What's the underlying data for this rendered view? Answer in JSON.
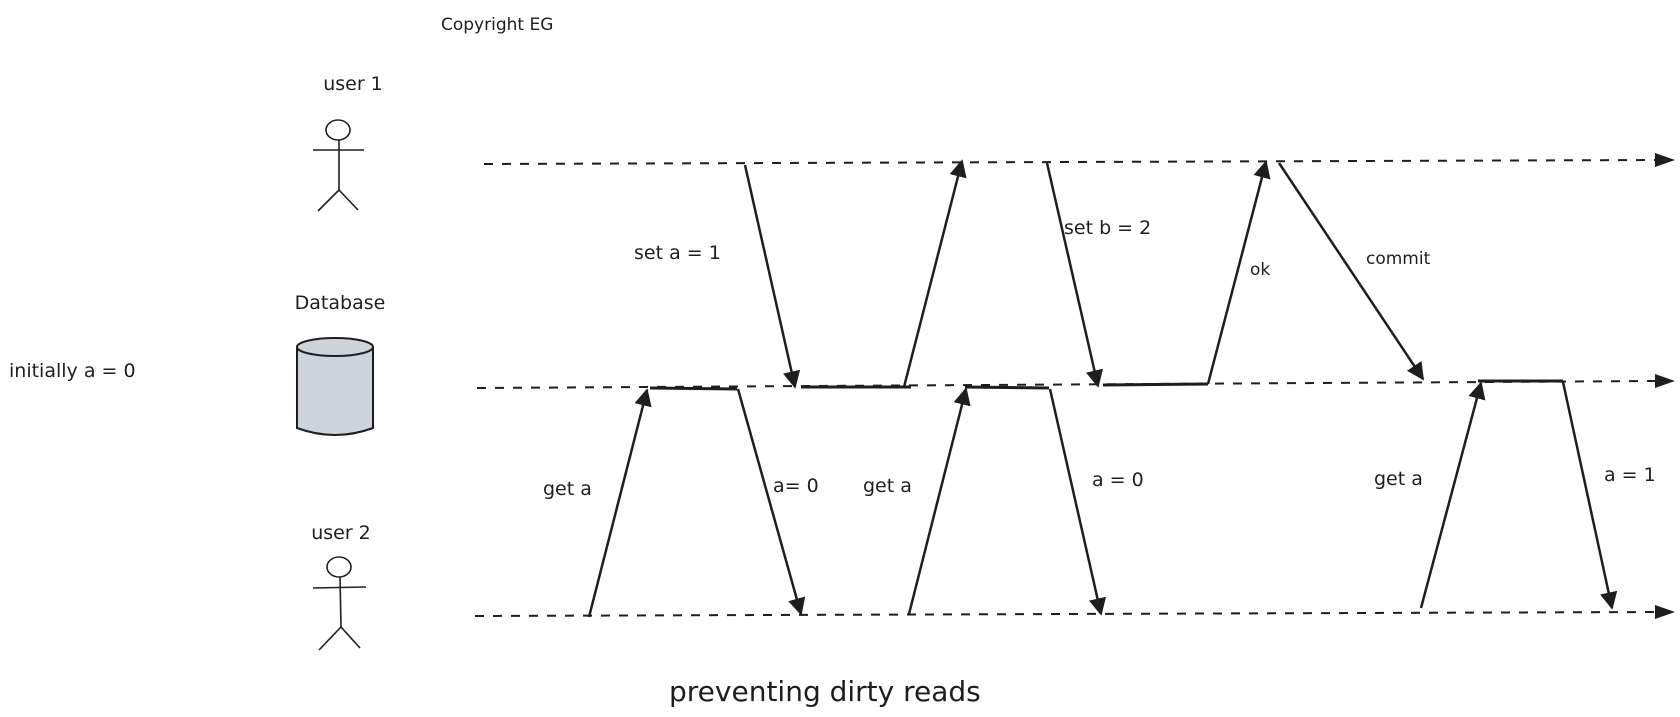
{
  "copyright": "Copyright EG",
  "title": "preventing dirty reads",
  "initial_state": "initially a = 0",
  "actors": {
    "user1": "user 1",
    "database": "Database",
    "user2": "user 2"
  },
  "colors": {
    "ink": "#1e1e1e",
    "database_fill": "#ced4da"
  },
  "messages": {
    "set_a": "set a = 1",
    "set_b": "set b = 2",
    "ok": "ok",
    "commit": "commit",
    "get_a_1": "get a",
    "resp_1": "a= 0",
    "get_a_2": "get a",
    "resp_2": "a = 0",
    "get_a_3": "get a",
    "resp_3": "a = 1"
  }
}
